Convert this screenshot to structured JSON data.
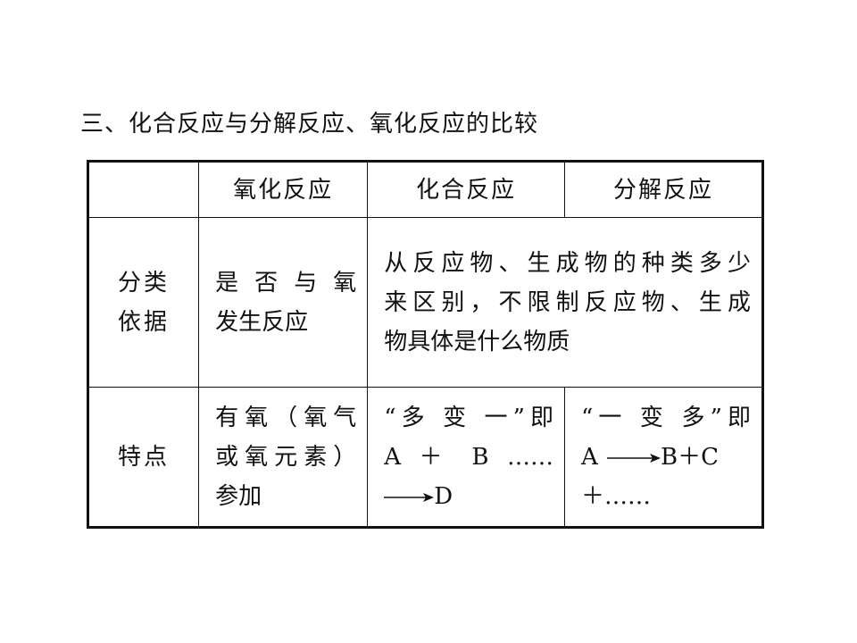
{
  "heading": "三、化合反应与分解反应、氧化反应的比较",
  "table": {
    "header": [
      "",
      "氧化反应",
      "化合反应",
      "分解反应"
    ],
    "basis": {
      "label_lines": [
        "分类",
        "依据"
      ],
      "oxidation_lines": [
        "是 否 与 氧",
        "发生反应"
      ],
      "merged_lines": [
        "从反应物、生成物的种类多少",
        "来区别，不限制反应物、生成",
        "物具体是什么物质"
      ]
    },
    "features": {
      "label": "特点",
      "oxidation_lines": [
        "有氧（氧气",
        "或氧元素）",
        "参加"
      ],
      "combination": {
        "line1": "“多 变 一”即",
        "line2": "A ＋ B ……",
        "product": "D"
      },
      "decomposition": {
        "line1": "“一 变 多”即",
        "reactant": "A",
        "products": "B＋C",
        "line3": "＋……"
      }
    }
  }
}
